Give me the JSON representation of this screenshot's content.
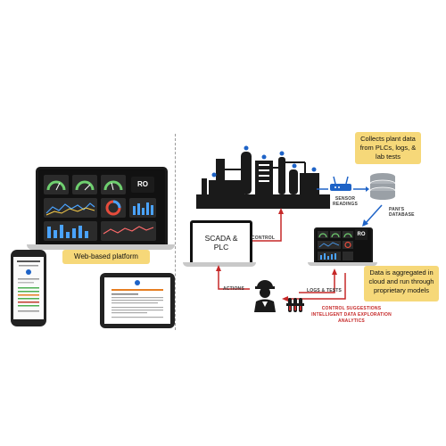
{
  "left": {
    "laptop_tile_label": "RO",
    "platform_label": "Web-based platform"
  },
  "right": {
    "plant_data_box": "Collects plant data from PLCs, logs, & lab tests",
    "sensor_label": "SENSOR READINGS",
    "database_label": "PANI'S DATABASE",
    "scada_label_1": "SCADA &",
    "scada_label_2": "PLC",
    "control_label": "CONTROL",
    "actions_label": "ACTIONS",
    "logs_label": "LOGS & TESTS",
    "small_laptop_tile": "RO",
    "aggregated_box": "Data is aggregated in cloud and run through proprietary models",
    "suggestions_1": "CONTROL SUGGESTIONS",
    "suggestions_2": "INTELLIGENT DATA EXPLORATION",
    "suggestions_3": "ANALYTICS"
  },
  "colors": {
    "accent_yellow": "#f6d879",
    "arrow_red": "#c62828",
    "arrow_blue": "#1e63c7",
    "dark": "#1a1a1a"
  }
}
